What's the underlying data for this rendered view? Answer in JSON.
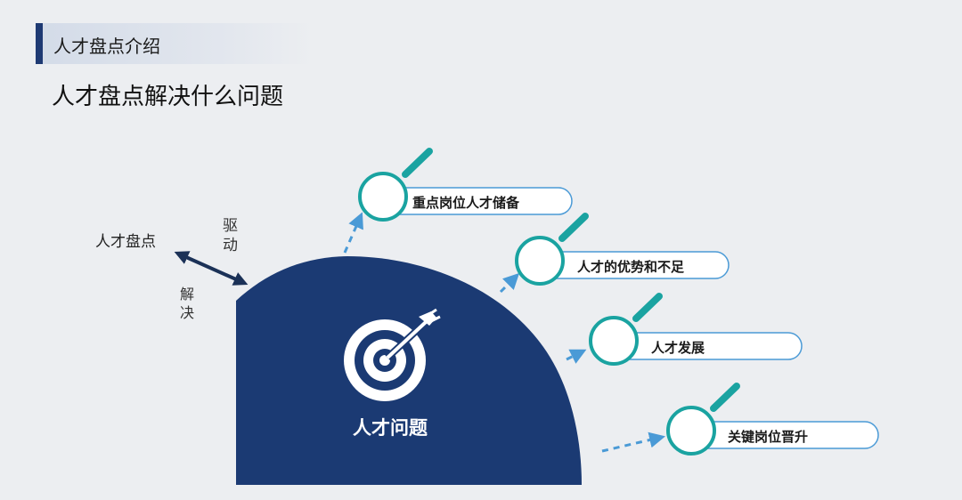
{
  "header": {
    "section_title": "人才盘点介绍",
    "subtitle": "人才盘点解决什么问题"
  },
  "diagram": {
    "left_node": "人才盘点",
    "drive_label": "驱动",
    "solve_label": "解决",
    "center_label": "人才问题",
    "center_icon": "target-arrow-icon",
    "item_icon": "magnifier-icon",
    "items": [
      {
        "label": "重点岗位人才储备"
      },
      {
        "label": "人才的优势和不足"
      },
      {
        "label": "人才发展"
      },
      {
        "label": "关键岗位晋升"
      }
    ]
  },
  "colors": {
    "navy": "#1b3a73",
    "teal": "#1aa3a1",
    "box_border": "#4a9ad6",
    "arrow_blue": "#4a9ad6",
    "arrow_dark": "#1b3157"
  }
}
